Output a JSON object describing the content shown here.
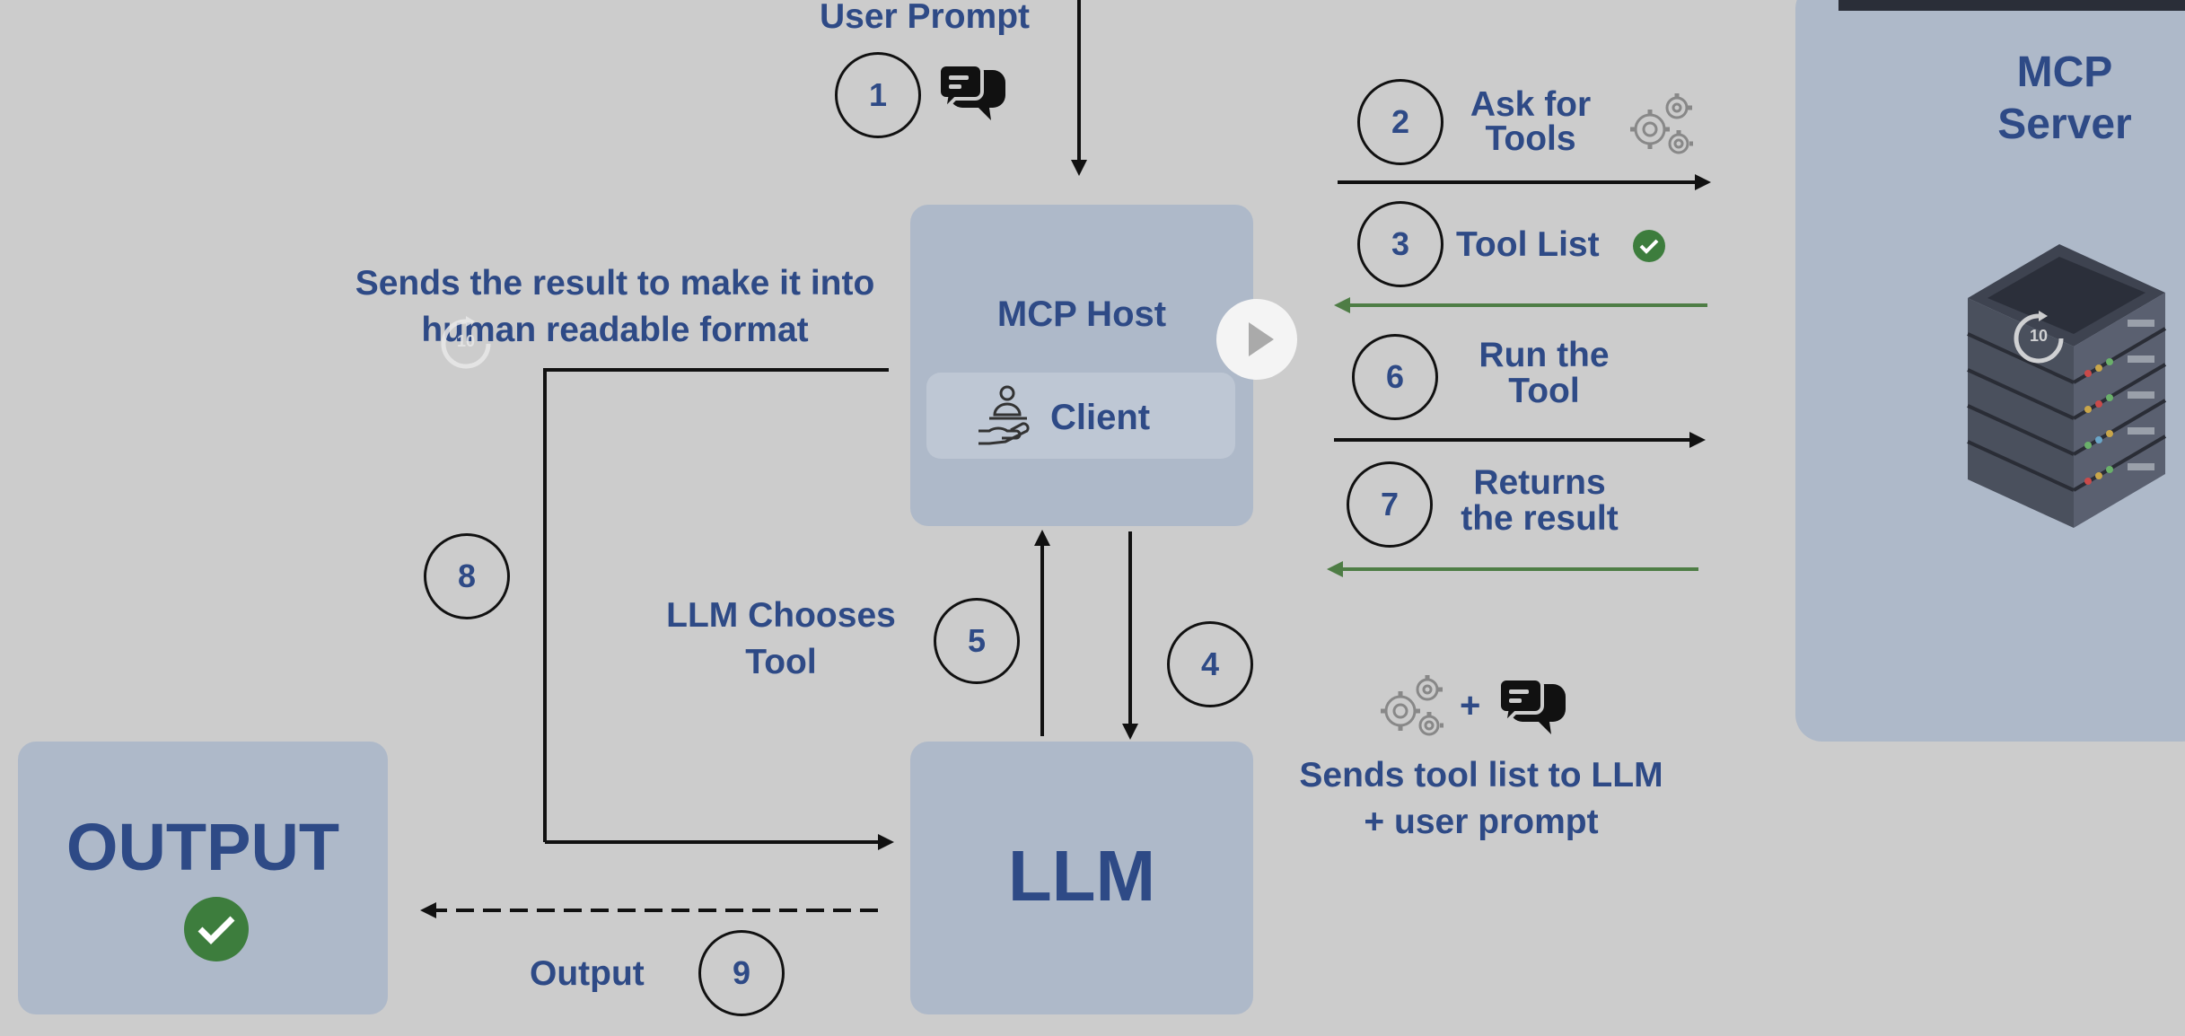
{
  "labels": {
    "user_prompt": "User Prompt",
    "mcp_host": "MCP Host",
    "client": "Client",
    "llm": "LLM",
    "output_box": "OUTPUT",
    "mcp_server_line1": "MCP",
    "mcp_server_line2": "Server",
    "ask_for_tools_line1": "Ask for",
    "ask_for_tools_line2": "Tools",
    "tool_list": "Tool List",
    "run_the_tool_line1": "Run the",
    "run_the_tool_line2": "Tool",
    "returns_result_line1": "Returns",
    "returns_result_line2": "the result",
    "sends_result_line1": "Sends the result to make it into",
    "sends_result_line2": "human readable format",
    "llm_chooses_line1": "LLM Chooses",
    "llm_chooses_line2": "Tool",
    "sends_tool_list_line1": "Sends tool list to LLM",
    "sends_tool_list_line2": "+ user prompt",
    "plus": "+",
    "output_arrow": "Output"
  },
  "steps": [
    "1",
    "2",
    "3",
    "4",
    "5",
    "6",
    "7",
    "8",
    "9"
  ],
  "video_controls": {
    "replay_seconds": "10"
  },
  "colors": {
    "background": "#cccccc",
    "box": "#aeb9c9",
    "text": "#2e4a86",
    "line": "#111111",
    "return_arrow": "#4e7d45",
    "check": "#3d7d3d"
  },
  "icons": [
    "chat-icon",
    "gears-icon",
    "check-icon",
    "client-hand-icon",
    "server-rack-icon",
    "play-icon",
    "replay-10-icon"
  ]
}
